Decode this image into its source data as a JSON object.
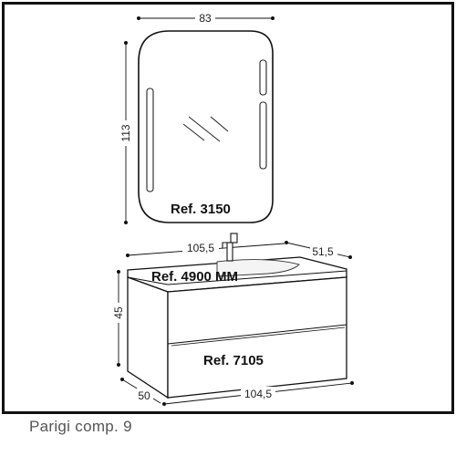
{
  "caption": "Parigi  comp. 9",
  "dimensions": {
    "mirror_width": "83",
    "mirror_height": "113",
    "top_width": "105,5",
    "top_depth": "51,5",
    "cabinet_height": "45",
    "cabinet_depth": "50",
    "cabinet_width": "104,5"
  },
  "references": {
    "mirror": "Ref. 3150",
    "washbasin": "Ref. 4900 MM",
    "cabinet": "Ref. 7105"
  }
}
